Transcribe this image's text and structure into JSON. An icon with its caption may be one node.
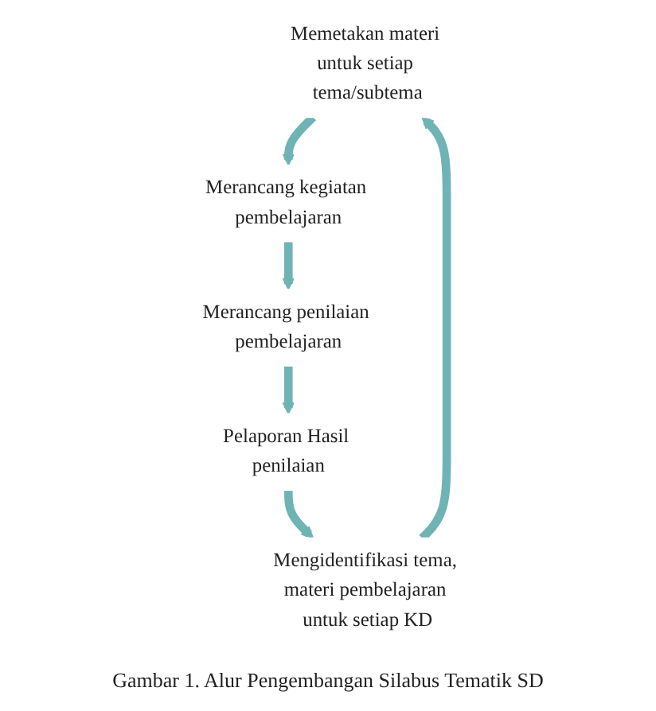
{
  "diagram": {
    "nodes": [
      {
        "text": [
          "Memetakan materi untuk setiap tema/subtema"
        ]
      },
      {
        "text": [
          "Merancang kegiatan pembelajaran"
        ]
      },
      {
        "text": [
          "Merancang penilaian pembelajaran"
        ]
      },
      {
        "text": [
          "Pelaporan Hasil penilaian"
        ]
      },
      {
        "text": [
          "Mengidentifikasi tema, materi pembelajaran untuk setiap KD"
        ]
      }
    ],
    "edges": [
      {
        "from": 0,
        "to": 1,
        "arrow": "to"
      },
      {
        "from": 1,
        "to": 2,
        "arrow": "to"
      },
      {
        "from": 2,
        "to": 3,
        "arrow": "to"
      },
      {
        "from": 3,
        "to": 4,
        "arrow": "to"
      },
      {
        "from": 4,
        "to": 0,
        "arrow": "to"
      }
    ],
    "caption": "Gambar 1. Alur Pengembangan Silabus Tematik SD"
  }
}
